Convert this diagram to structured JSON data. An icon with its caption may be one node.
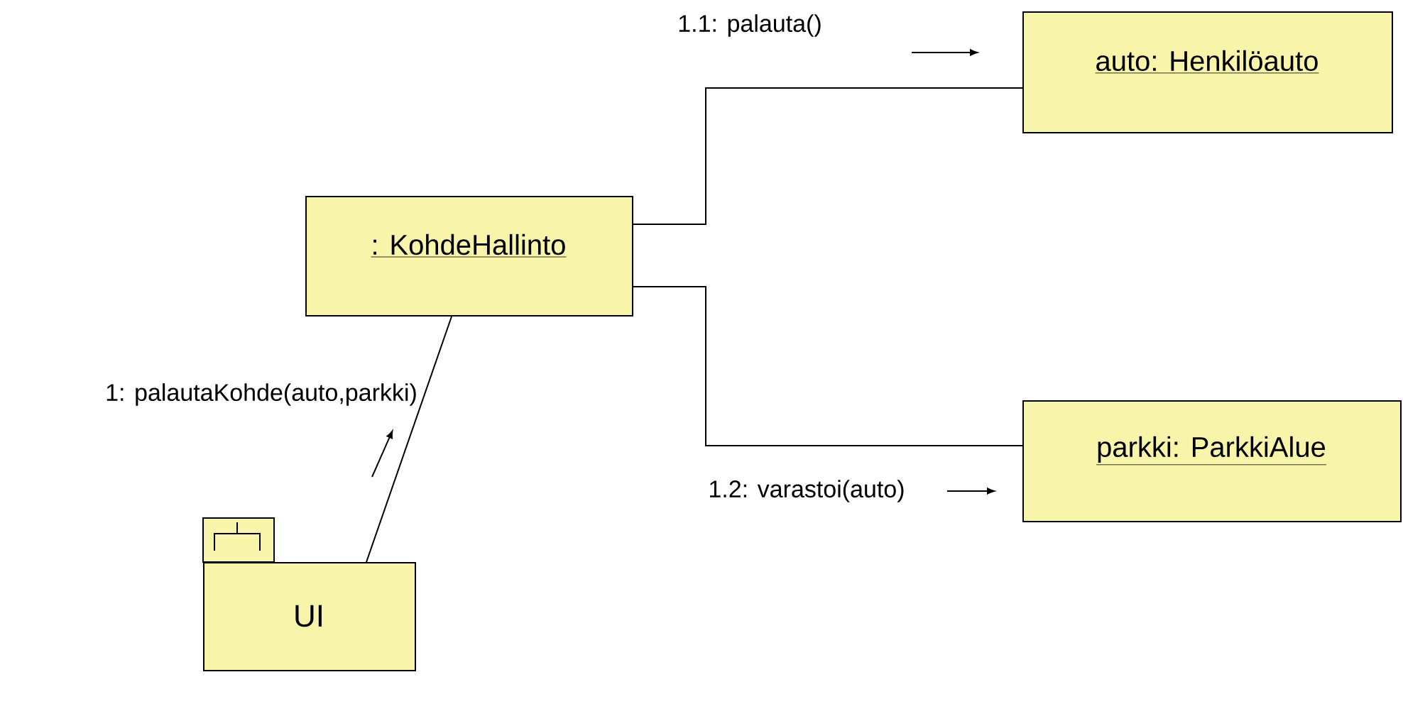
{
  "diagram": {
    "nodes": [
      {
        "text": [
          ": KohdeHallinto"
        ]
      },
      {
        "text": [
          "auto: Henkilöauto"
        ]
      },
      {
        "text": [
          "parkki: ParkkiAlue"
        ]
      },
      {
        "text": [
          "UI"
        ]
      }
    ],
    "edges": [
      {
        "from": 0,
        "to": 1,
        "arrow": "none",
        "label": "1.1: palauta()"
      },
      {
        "from": 0,
        "to": 2,
        "arrow": "none",
        "label": "1.2: varastoi(auto)"
      },
      {
        "from": 3,
        "to": 0,
        "arrow": "none",
        "label": "1: palautaKohde(auto,parkki)"
      }
    ]
  }
}
